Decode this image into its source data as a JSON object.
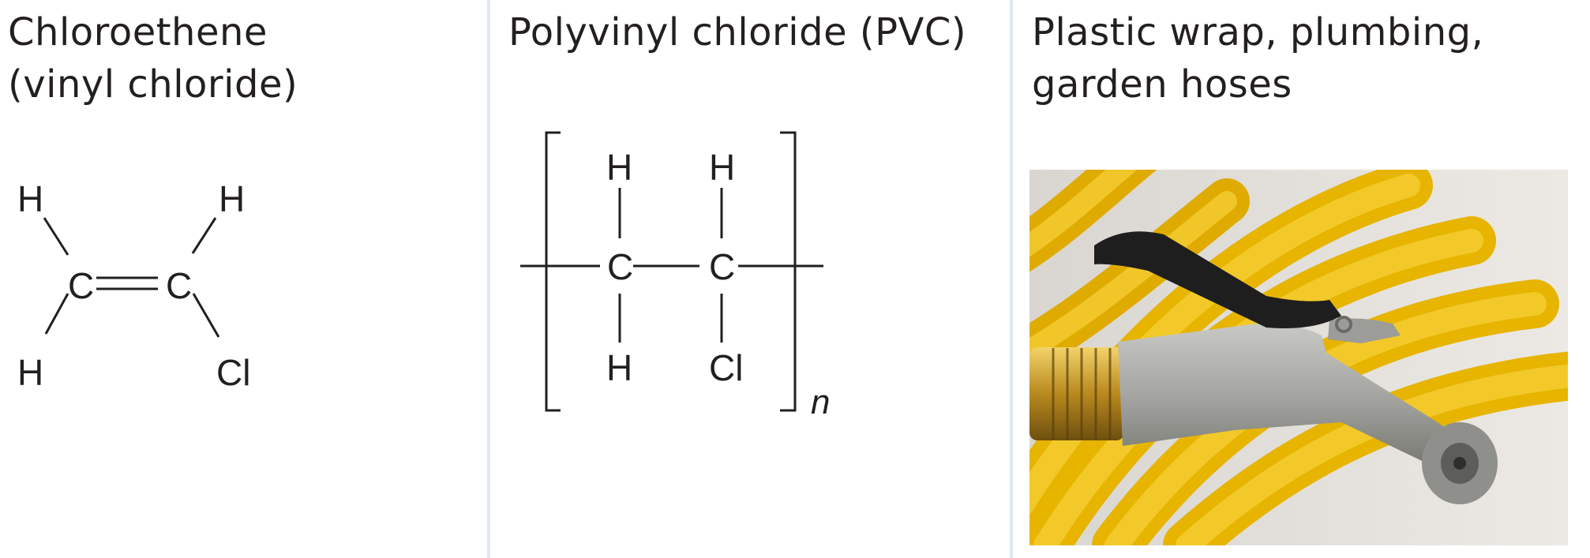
{
  "panels": [
    {
      "title_lines": [
        "Chloroethene",
        "(vinyl chloride)"
      ],
      "structure": {
        "atoms": {
          "h1": "H",
          "h2": "H",
          "h3": "H",
          "c1": "C",
          "c2": "C",
          "cl": "Cl"
        }
      }
    },
    {
      "title_lines": [
        "Polyvinyl chloride (PVC)"
      ],
      "structure": {
        "atoms": {
          "h1": "H",
          "h2": "H",
          "h3": "H",
          "c1": "C",
          "c2": "C",
          "cl": "Cl"
        },
        "subscript": "n"
      }
    },
    {
      "title_lines": [
        "Plastic wrap, plumbing,",
        "garden hoses"
      ]
    }
  ],
  "colors": {
    "divider": "#dfe8f1",
    "text": "#231f20",
    "hose_yellow": "#f5c400",
    "handle_black": "#1e1e1e",
    "nozzle_gray": "#a9aaa6"
  }
}
